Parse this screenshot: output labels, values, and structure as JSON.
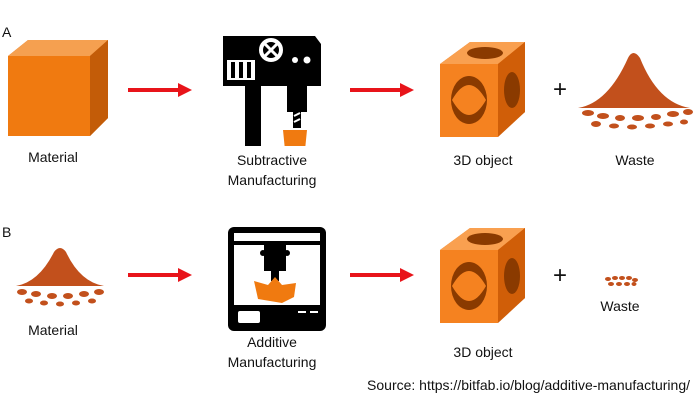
{
  "row_a": {
    "label": "A",
    "material": "Material",
    "process": [
      "Subtractive",
      "Manufacturing"
    ],
    "object": "3D object",
    "plus": "+",
    "waste": "Waste"
  },
  "row_b": {
    "label": "B",
    "material": "Material",
    "process": [
      "Additive",
      "Manufacturing"
    ],
    "object": "3D object",
    "plus": "+",
    "waste": "Waste"
  },
  "source": "Source: https://bitfab.io/blog/additive-manufacturing/",
  "colors": {
    "orange": "#f07a10",
    "arrow": "#e8141a",
    "dust": "#c2501c"
  }
}
